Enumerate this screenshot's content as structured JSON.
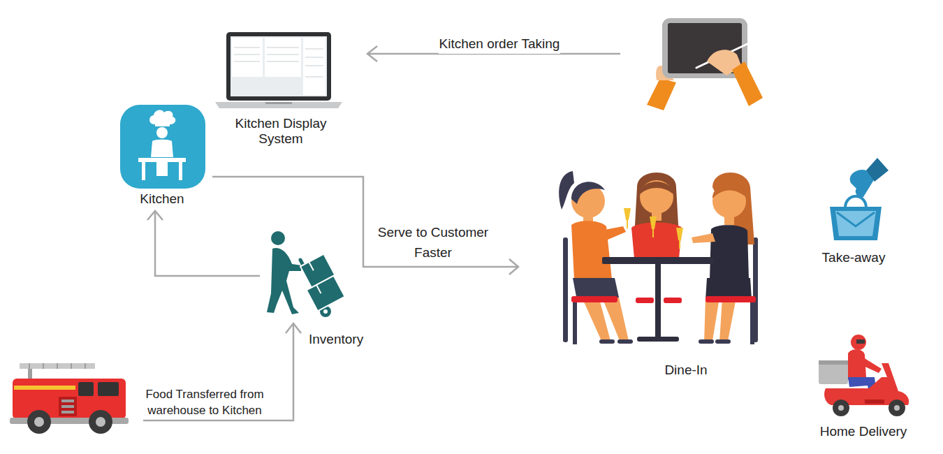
{
  "diagram": {
    "nodes": [
      {
        "text": [
          "Kitchen Display System"
        ]
      },
      {
        "text": [
          "Kitchen"
        ]
      },
      {
        "text": [
          "Take-away"
        ]
      },
      {
        "text": [
          "Inventory"
        ]
      },
      {
        "text": [
          "Dine-In"
        ]
      },
      {
        "text": [
          "Home Delivery"
        ]
      }
    ],
    "edges": [
      {
        "from": 3,
        "to": 1,
        "arrow": "to"
      },
      {
        "from": 1,
        "to": 4,
        "label": "Serve to Customer Faster",
        "arrow": "to"
      }
    ],
    "labels": [
      "Kitchen order Taking",
      "Food Transferred from warehouse to Kitchen"
    ]
  }
}
